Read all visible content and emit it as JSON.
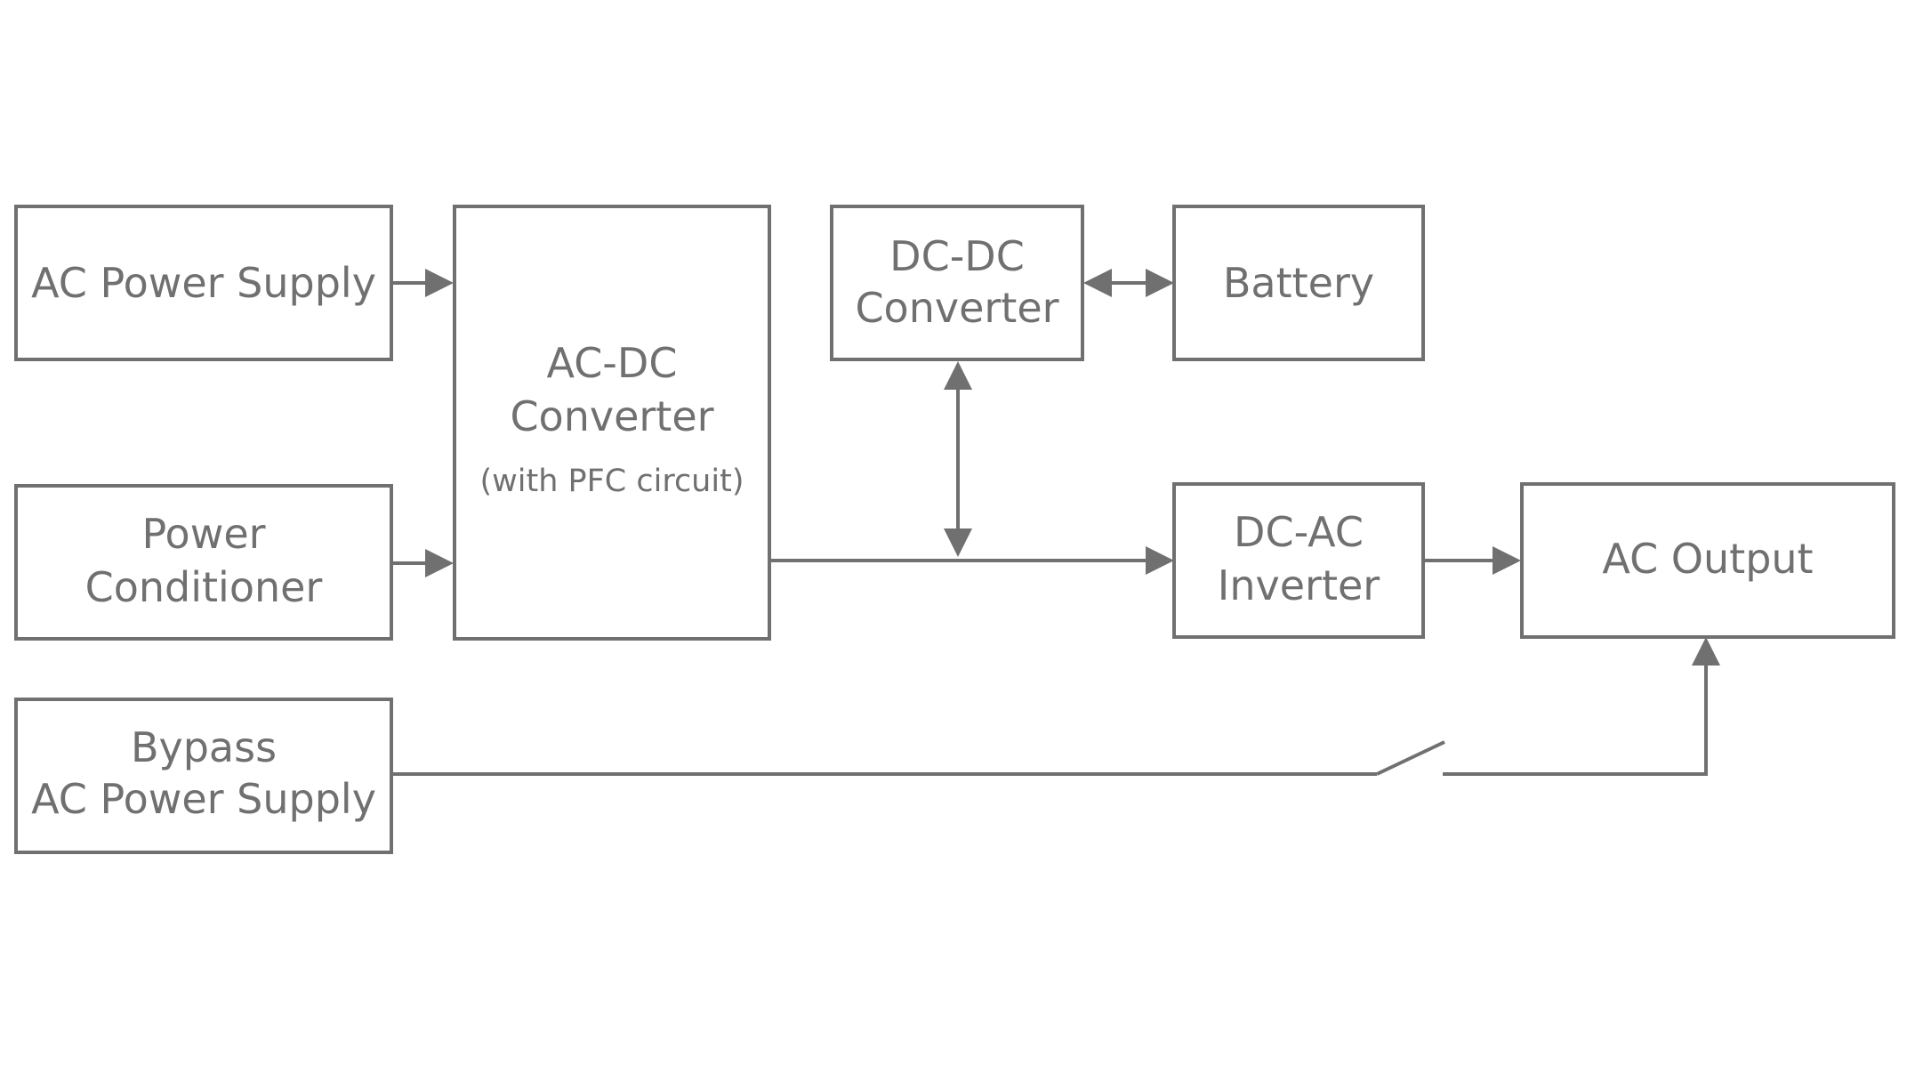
{
  "diagram": {
    "line_color": "#707070",
    "background": "#ffffff",
    "nodes": {
      "ac_power_supply": {
        "line1": "AC Power Supply"
      },
      "power_conditioner": {
        "line1": "Power",
        "line2": "Conditioner"
      },
      "bypass_ac_power_supply": {
        "line1": "Bypass",
        "line2": "AC Power Supply"
      },
      "ac_dc_converter": {
        "line1": "AC-DC",
        "line2": "Converter",
        "note": "(with PFC circuit)"
      },
      "dc_dc_converter": {
        "line1": "DC-DC",
        "line2": "Converter"
      },
      "battery": {
        "line1": "Battery"
      },
      "dc_ac_inverter": {
        "line1": "DC-AC",
        "line2": "Inverter"
      },
      "ac_output": {
        "line1": "AC Output"
      }
    },
    "edges": [
      {
        "from": "ac_power_supply",
        "to": "ac_dc_converter",
        "direction": "forward"
      },
      {
        "from": "power_conditioner",
        "to": "ac_dc_converter",
        "direction": "forward"
      },
      {
        "from": "ac_dc_converter",
        "to": "dc_ac_inverter",
        "direction": "forward"
      },
      {
        "from": "dc_dc_converter",
        "to": "dc_bus",
        "direction": "both"
      },
      {
        "from": "dc_dc_converter",
        "to": "battery",
        "direction": "both"
      },
      {
        "from": "dc_ac_inverter",
        "to": "ac_output",
        "direction": "forward"
      },
      {
        "from": "bypass_ac_power_supply",
        "to": "ac_output",
        "direction": "forward",
        "via": "switch"
      }
    ]
  }
}
